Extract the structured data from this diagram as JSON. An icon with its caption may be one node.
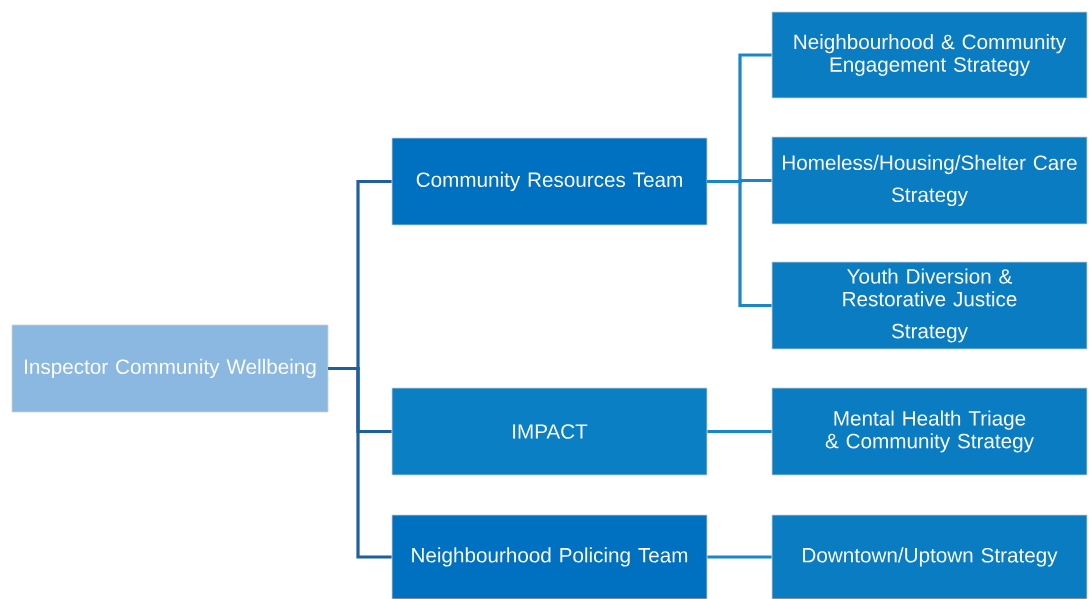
{
  "diagram": {
    "nodes": [
      {
        "text": [
          "Inspector Community Wellbeing"
        ]
      },
      {
        "text": [
          "Community Resources Team"
        ]
      },
      {
        "text": [
          "IMPACT"
        ]
      },
      {
        "text": [
          "Neighbourhood Policing Team"
        ]
      },
      {
        "text": [
          "Neighbourhood & Community Engagement Strategy"
        ]
      },
      {
        "text": [
          "Homeless/Housing/Shelter Care",
          "Strategy"
        ]
      },
      {
        "text": [
          "Youth Diversion & Restorative Justice",
          "Strategy"
        ]
      },
      {
        "text": [
          "Mental Health Triage & Community Strategy"
        ]
      },
      {
        "text": [
          "Downtown/Uptown Strategy"
        ]
      }
    ],
    "edges": [
      {
        "from": 0,
        "to": 1,
        "arrow": "none"
      },
      {
        "from": 0,
        "to": 2,
        "arrow": "none"
      },
      {
        "from": 0,
        "to": 3,
        "arrow": "none"
      },
      {
        "from": 1,
        "to": 4,
        "arrow": "none",
        "color": "#1a86c8"
      },
      {
        "from": 1,
        "to": 5,
        "arrow": "none",
        "color": "#1a86c8"
      },
      {
        "from": 1,
        "to": 6,
        "arrow": "none",
        "color": "#1a86c8"
      },
      {
        "from": 2,
        "to": 7,
        "arrow": "none",
        "color": "#1a86c8"
      },
      {
        "from": 3,
        "to": 8,
        "arrow": "none",
        "color": "#1a86c8"
      }
    ]
  }
}
